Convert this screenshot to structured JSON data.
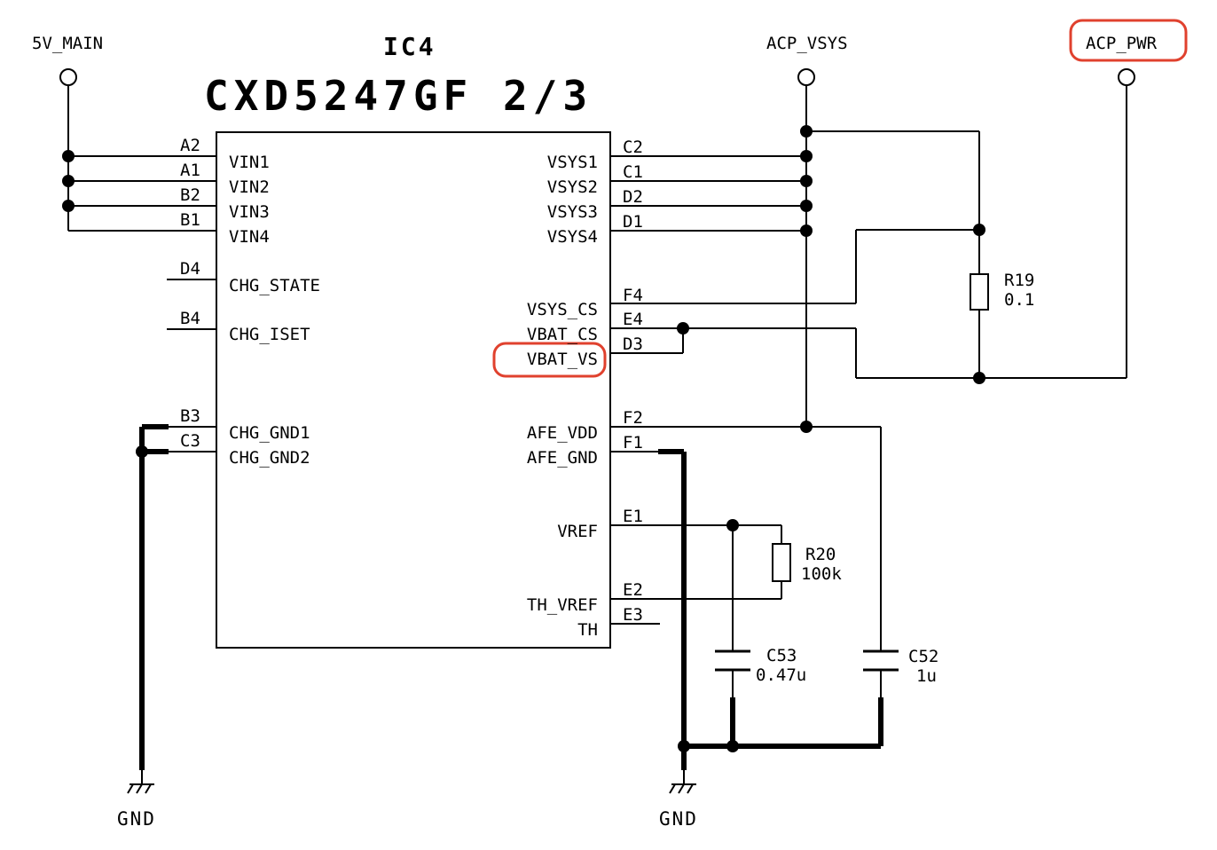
{
  "component": {
    "ref": "IC4",
    "part": "CXD5247GF 2/3"
  },
  "nets": {
    "main": "5V_MAIN",
    "vsys": "ACP_VSYS",
    "pwr": "ACP_PWR",
    "gnd_left": "GND",
    "gnd_right": "GND"
  },
  "left_pins": [
    {
      "num": "A2",
      "name": "VIN1"
    },
    {
      "num": "A1",
      "name": "VIN2"
    },
    {
      "num": "B2",
      "name": "VIN3"
    },
    {
      "num": "B1",
      "name": "VIN4"
    },
    {
      "num": "D4",
      "name": "CHG_STATE"
    },
    {
      "num": "B4",
      "name": "CHG_ISET"
    },
    {
      "num": "B3",
      "name": "CHG_GND1"
    },
    {
      "num": "C3",
      "name": "CHG_GND2"
    }
  ],
  "right_pins": [
    {
      "num": "C2",
      "name": "VSYS1"
    },
    {
      "num": "C1",
      "name": "VSYS2"
    },
    {
      "num": "D2",
      "name": "VSYS3"
    },
    {
      "num": "D1",
      "name": "VSYS4"
    },
    {
      "num": "F4",
      "name": "VSYS_CS"
    },
    {
      "num": "E4",
      "name": "VBAT_CS"
    },
    {
      "num": "D3",
      "name": "VBAT_VS"
    },
    {
      "num": "F2",
      "name": "AFE_VDD"
    },
    {
      "num": "F1",
      "name": "AFE_GND"
    },
    {
      "num": "E1",
      "name": "VREF"
    },
    {
      "num": "E2",
      "name": "TH_VREF"
    },
    {
      "num": "E3",
      "name": "TH"
    }
  ],
  "parts": {
    "r19": {
      "ref": "R19",
      "value": "0.1"
    },
    "r20": {
      "ref": "R20",
      "value": "100k"
    },
    "c53": {
      "ref": "C53",
      "value": "0.47u"
    },
    "c52": {
      "ref": "C52",
      "value": "1u"
    }
  },
  "highlights": [
    "ACP_PWR",
    "VBAT_VS"
  ],
  "colors": {
    "highlight": "#e0412e",
    "wire": "#000000",
    "background": "#ffffff"
  }
}
